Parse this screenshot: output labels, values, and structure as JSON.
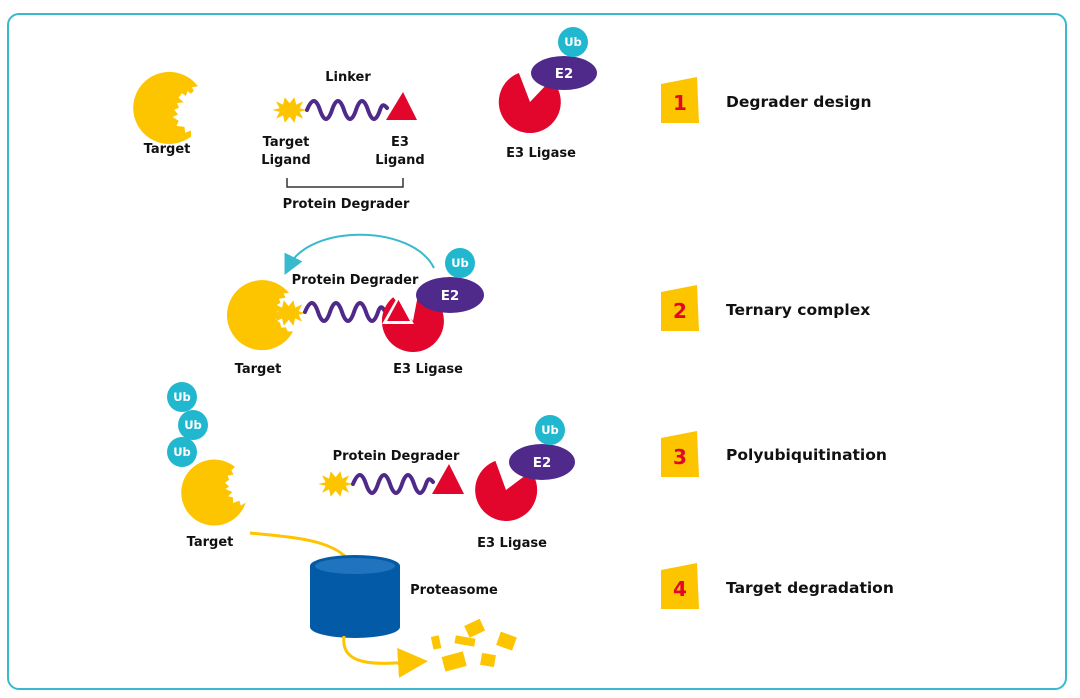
{
  "colors": {
    "frame": "#38b9cd",
    "target": "#fdc400",
    "e3_ligase": "#e2062c",
    "e2": "#4f2a8b",
    "ub": "#20b7cf",
    "linker": "#4f2a8b",
    "proteasome": "#035aa6",
    "arrow": "#38b9cd",
    "step_badge": "#fdc400",
    "step_number": "#e2062c"
  },
  "icons": [
    "target-protein-icon",
    "ligand-star-icon",
    "e3-ligase-pacman-icon",
    "e3-ligand-triangle-icon",
    "ubiquitin-icon",
    "proteasome-cylinder-icon",
    "fragment-icon"
  ],
  "panel1": {
    "target_label": "Target",
    "linker_label": "Linker",
    "target_ligand_line1": "Target",
    "target_ligand_line2": "Ligand",
    "e3_ligand_line1": "E3",
    "e3_ligand_line2": "Ligand",
    "degrader_label": "Protein Degrader",
    "e3_label": "E3 Ligase",
    "e2_label": "E2",
    "ub_label": "Ub"
  },
  "panel2": {
    "degrader_label": "Protein Degrader",
    "target_label": "Target",
    "e3_label": "E3 Ligase",
    "e2_label": "E2",
    "ub_label": "Ub"
  },
  "panel3": {
    "ub_labels": [
      "Ub",
      "Ub",
      "Ub"
    ],
    "target_label": "Target",
    "degrader_label": "Protein Degrader",
    "e3_label": "E3 Ligase",
    "e2_label": "E2",
    "ub_label": "Ub"
  },
  "panel4": {
    "proteasome_label": "Proteasome"
  },
  "steps": [
    {
      "number": "1",
      "title": "Degrader design"
    },
    {
      "number": "2",
      "title": "Ternary complex"
    },
    {
      "number": "3",
      "title": "Polyubiquitination"
    },
    {
      "number": "4",
      "title": "Target degradation"
    }
  ]
}
